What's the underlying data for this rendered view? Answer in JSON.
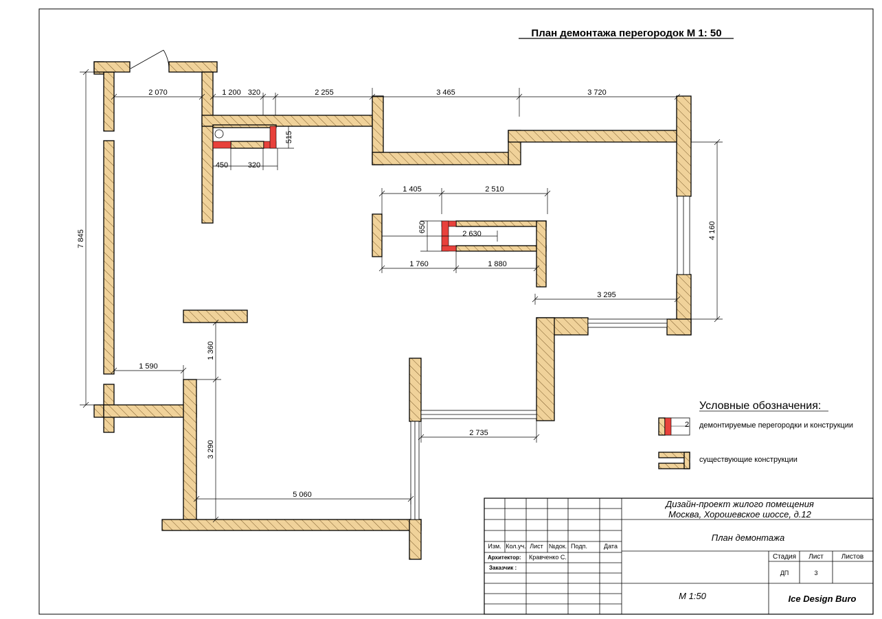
{
  "title": "План демонтажа перегородок М 1: 50",
  "colors": {
    "wall_fill": "#f0d29a",
    "demolition": "#e8413b",
    "line": "#000000"
  },
  "dimensions": {
    "top_2070": "2 070",
    "top_1200": "1 200",
    "top_320": "320",
    "top_2255": "2 255",
    "top_3465": "3 465",
    "top_3720": "3 720",
    "bath_450": "450",
    "bath_320": "320",
    "bath_515": "515",
    "left_7845": "7 845",
    "right_4160": "4 160",
    "c_1405": "1 405",
    "c_2510": "2 510",
    "c_650": "650",
    "c_2630": "2 630",
    "c_1760": "1 760",
    "c_1880": "1 880",
    "r_3295": "3 295",
    "v_1360": "1 360",
    "h_1590": "1 590",
    "v_3290": "3 290",
    "h_5060": "5 060",
    "h_2735": "2 735"
  },
  "legend": {
    "heading": "Условные обозначения:",
    "item1_number": "2",
    "item1_label": "демонтируемые перегородки и конструкции",
    "item2_label": "существующие конструкции"
  },
  "stamp": {
    "project_line1": "Дизайн-проект жилого помещения",
    "project_line2": "Москва, Хорошевское шоссе, д.12",
    "sheet_title": "План демонтажа",
    "col_izm": "Изм.",
    "col_koluch": "Кол.уч.",
    "col_list": "Лист",
    "col_ndok": "№док.",
    "col_podp": "Подп.",
    "col_data": "Дата",
    "architect_label": "Архитектор:",
    "architect_name": "Кравченко С.",
    "client_label": "Заказчик :",
    "stage_header": "Стадия",
    "sheet_header": "Лист",
    "sheets_header": "Листов",
    "stage_value": "ДП",
    "sheet_value": "3",
    "scale": "М 1:50",
    "brand": "Ice Design Buro"
  }
}
